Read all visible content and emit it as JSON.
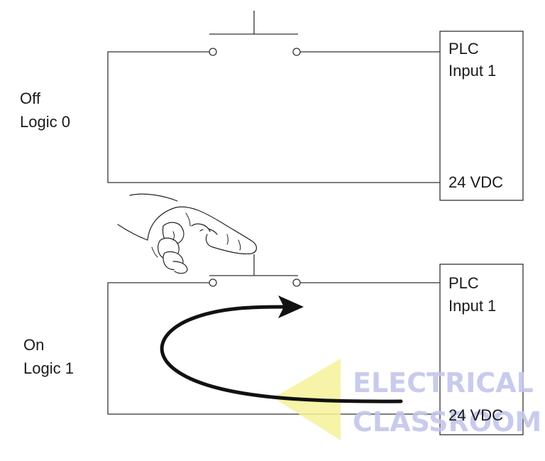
{
  "top_state": {
    "state_label": "Off",
    "logic_label": "Logic 0"
  },
  "bottom_state": {
    "state_label": "On",
    "logic_label": "Logic 1"
  },
  "plc_box": {
    "title": "PLC",
    "input_label": "Input 1",
    "supply_label": "24 VDC"
  },
  "watermark": {
    "line1": "ELECTRICAL",
    "line2": "CLASSROOM",
    "text_color": "#c4c6ec",
    "triangle_color": "#f6f29a"
  },
  "colors": {
    "wire": "#333333",
    "arrow": "#111111"
  }
}
